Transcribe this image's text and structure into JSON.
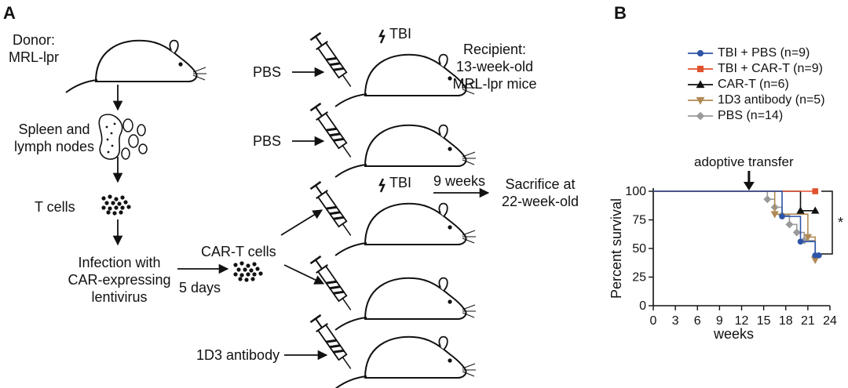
{
  "panel_a": {
    "label": "A",
    "donor": [
      "Donor:",
      "MRL-lpr"
    ],
    "spleen": [
      "Spleen and",
      "lymph nodes"
    ],
    "tcells": "T cells",
    "infection": [
      "Infection with",
      "CAR-expressing",
      "lentivirus"
    ],
    "five_days": "5 days",
    "car_t_cells": "CAR-T cells",
    "pbs_1": "PBS",
    "pbs_2": "PBS",
    "antibody": "1D3 antibody",
    "tbi_1": "TBI",
    "tbi_2": "TBI",
    "recipient": [
      "Recipient:",
      "13-week-old",
      "MRL-lpr mice"
    ],
    "nine_weeks": "9 weeks",
    "sacrifice": [
      "Sacrifice at",
      "22-week-old"
    ]
  },
  "panel_b": {
    "label": "B",
    "annotation": "adoptive transfer",
    "significance": "*"
  },
  "chart_data": {
    "type": "line",
    "xlabel": "weeks",
    "ylabel": "Percent survival",
    "xlim": [
      0,
      24
    ],
    "ylim": [
      0,
      100
    ],
    "xticks": [
      0,
      3,
      6,
      9,
      12,
      15,
      18,
      21,
      24
    ],
    "yticks": [
      0,
      25,
      50,
      75,
      100
    ],
    "adoptive_transfer_week": 13,
    "series": [
      {
        "name": "TBI + PBS (n=9)",
        "color": "#2e54a8",
        "marker": "circle",
        "x": [
          0,
          17,
          17.5,
          20,
          22,
          22.5
        ],
        "y": [
          100,
          100,
          78,
          56,
          44,
          44
        ]
      },
      {
        "name": "TBI + CAR-T (n=9)",
        "color": "#e0522f",
        "marker": "square",
        "x": [
          0,
          22
        ],
        "y": [
          100,
          100
        ]
      },
      {
        "name": "CAR-T (n=6)",
        "color": "#111111",
        "marker": "triangle-up",
        "x": [
          0,
          19.5,
          20,
          22
        ],
        "y": [
          100,
          100,
          83,
          83
        ]
      },
      {
        "name": "1D3 antibody (n=5)",
        "color": "#b08a55",
        "marker": "triangle-down",
        "x": [
          0,
          16,
          16.5,
          21,
          22
        ],
        "y": [
          100,
          100,
          80,
          60,
          40
        ]
      },
      {
        "name": "PBS (n=14)",
        "color": "#9a9a9a",
        "marker": "diamond",
        "x": [
          0,
          15,
          15.5,
          16.5,
          17.5,
          18.5,
          19.5,
          20.5,
          22
        ],
        "y": [
          100,
          100,
          93,
          86,
          79,
          71,
          64,
          57,
          43
        ]
      }
    ]
  }
}
